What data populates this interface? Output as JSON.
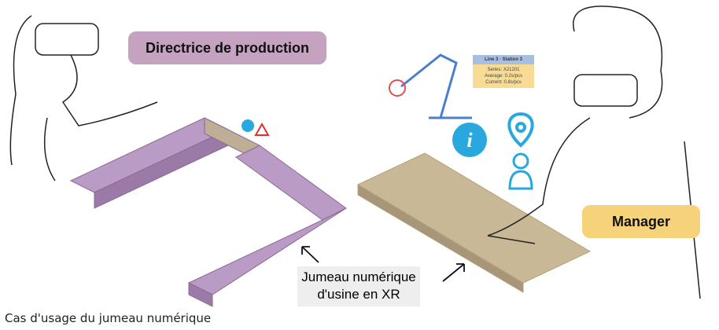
{
  "labels": {
    "director": "Directrice de production",
    "manager": "Manager",
    "twin_line1": "Jumeau numérique",
    "twin_line2": "d'usine en XR"
  },
  "caption": "Cas d'usage du jumeau numérique",
  "info_card": {
    "title": "Line 3 · Station 3",
    "series": "Series: X21201",
    "average": "Average: 0.2s/pcs",
    "current": "Current: 0.8s/pcs"
  },
  "colors": {
    "director": "#c4a2c0",
    "manager": "#f6d27a",
    "info": "#29a8e0"
  }
}
